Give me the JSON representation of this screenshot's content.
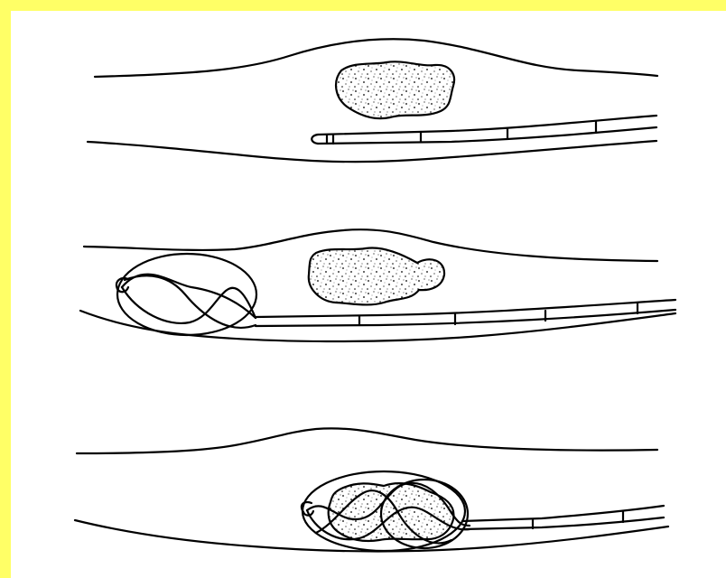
{
  "figure": {
    "frame_color": "#ffff66",
    "background_color": "#ffffff",
    "stroke_color": "#000000",
    "panels": [
      {
        "stage": "catheter-approach",
        "device": "catheter"
      },
      {
        "stage": "basket-deployed",
        "device": "basket-catheter"
      },
      {
        "stage": "clot-captured",
        "device": "basket-with-clot"
      }
    ]
  }
}
